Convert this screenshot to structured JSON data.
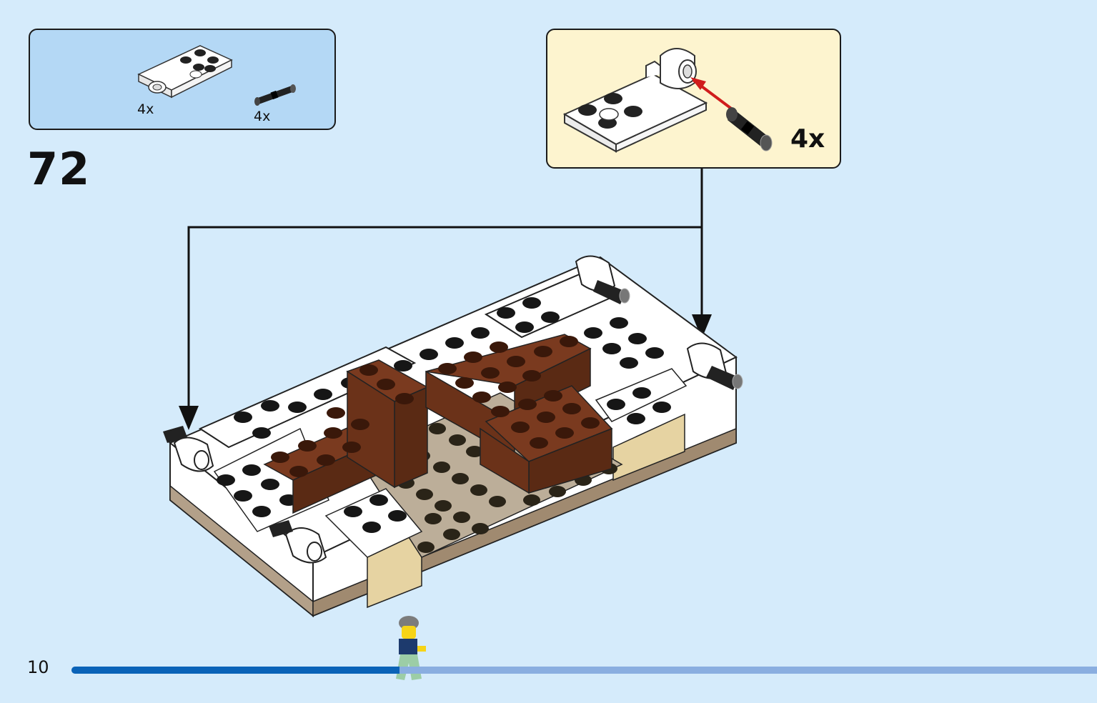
{
  "step": {
    "number": "72"
  },
  "parts_list": {
    "items": [
      {
        "icon": "plate-with-clip-icon",
        "qty": "4x"
      },
      {
        "icon": "technic-pin-icon",
        "qty": "4x"
      }
    ]
  },
  "subassembly": {
    "qty": "4x",
    "icon": "pin-insert-icon"
  },
  "footer": {
    "page_number": "10",
    "progress_fraction": 0.32
  },
  "colors": {
    "background": "#d5ebfb",
    "parts_box": "#b4d8f5",
    "sub_box": "#fdf4cf",
    "progress_done": "#0a63b8",
    "progress_remaining": "#8aaee0"
  }
}
